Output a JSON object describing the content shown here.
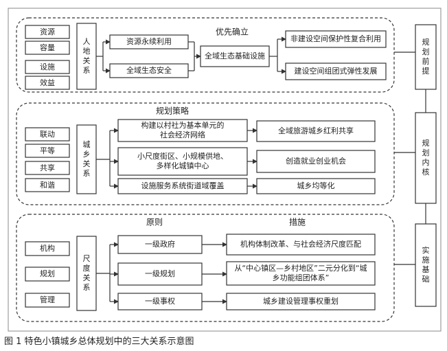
{
  "caption": "图 1 特色小镇城乡总体规划中的三大关系示意图",
  "right_column": [
    "规划前提",
    "规划内核",
    "实施基础"
  ],
  "panel1": {
    "side_items": [
      "资源",
      "容量",
      "设施",
      "效益"
    ],
    "relation": "人地关系",
    "nodes": [
      "资源永续利用",
      "全域生态安全"
    ],
    "header": "优先确立",
    "center": "全域生态基础设施",
    "outcomes": [
      "非建设空间保护性复合利用",
      "建设空间组团式弹性发展"
    ]
  },
  "panel2": {
    "header": "规划策略",
    "side_items": [
      "联动",
      "平等",
      "共享",
      "和谐"
    ],
    "relation": "城乡关系",
    "strategies": [
      [
        "构建以村社为基本单元的",
        "社会经济网络"
      ],
      [
        "小尺度街区、小规模供地、",
        "多样化城镇中心"
      ],
      [
        "设施服务系统街道域覆盖"
      ]
    ],
    "outcomes": [
      "全域旅游城乡红利共享",
      "创造就业创业机会",
      "城乡均等化"
    ]
  },
  "panel3": {
    "header_left": "原则",
    "header_right": "措施",
    "side_items": [
      "机构",
      "规划",
      "管理"
    ],
    "relation": "尺度关系",
    "principles": [
      "一级政府",
      "一级规划",
      "一级事权"
    ],
    "measures": [
      [
        "机构体制改革、与社会经济尺度匹配"
      ],
      [
        "从“中心镇区—乡村地区”二元分化到“城",
        "乡功能组团体系”"
      ],
      [
        "城乡建设管理事权重划"
      ]
    ]
  }
}
